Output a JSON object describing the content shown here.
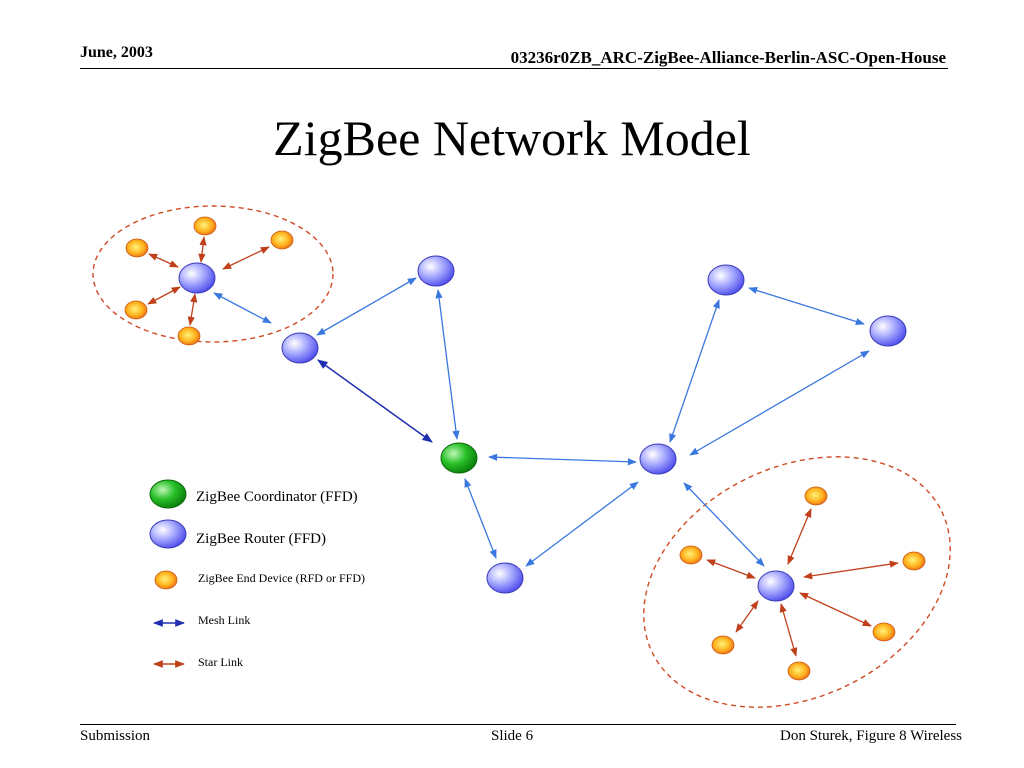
{
  "header": {
    "date": "June, 2003",
    "doc_id": "03236r0ZB_ARC-ZigBee-Alliance-Berlin-ASC-Open-House"
  },
  "slide": {
    "title": "ZigBee Network Model"
  },
  "legend": {
    "coordinator": "ZigBee Coordinator (FFD)",
    "router": "ZigBee Router (FFD)",
    "end_device": "ZigBee End Device (RFD or FFD)",
    "mesh_link": "Mesh Link",
    "star_link": "Star Link"
  },
  "colors": {
    "coordinator": "#1aa51a",
    "router": "#6f6ff7",
    "end_device": "#f08a1c",
    "mesh_link": "#3a78e0",
    "mesh_link_dark": "#1f2fb0",
    "star_link": "#c0401c",
    "cluster_outline": "#d04a22"
  },
  "footer": {
    "left": "Submission",
    "center": "Slide 6",
    "right": "Don Sturek, Figure 8 Wireless"
  }
}
